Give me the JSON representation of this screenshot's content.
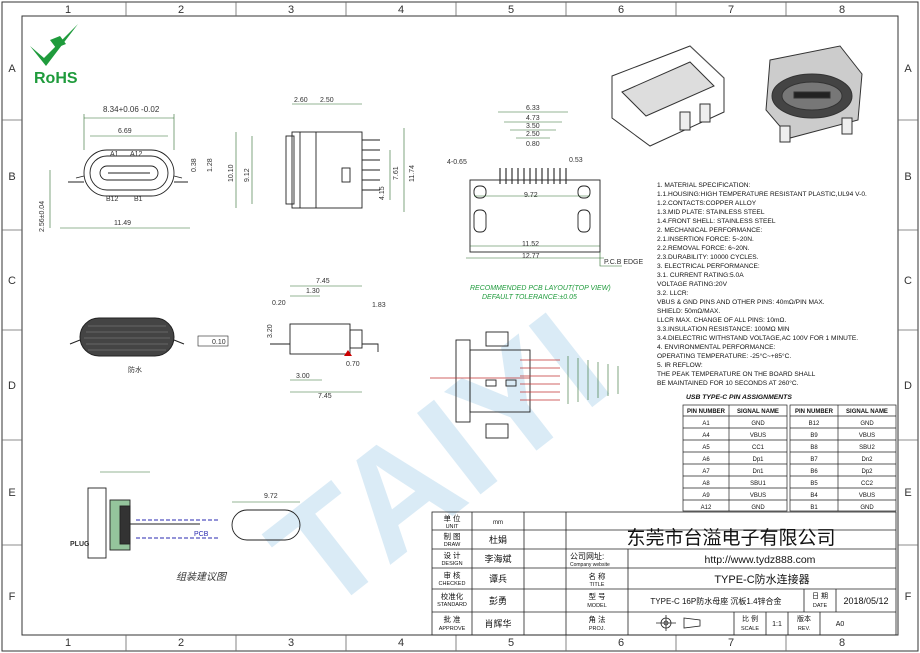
{
  "rohs": "RoHS",
  "watermark": "TAIYI",
  "grid": {
    "cols": [
      "1",
      "2",
      "3",
      "4",
      "5",
      "6",
      "7",
      "8"
    ],
    "rows": [
      "A",
      "B",
      "C",
      "D",
      "E",
      "F"
    ]
  },
  "dims": {
    "front_top": "8.34+0.06\n-0.02",
    "front_w2": "6.69",
    "front_a1": "A1",
    "front_a12": "A12",
    "front_b12": "B12",
    "front_b1": "B1",
    "front_1149": "11.49",
    "front_256": "2.56±0.04",
    "front_038": "0.38",
    "front_128": "1.28",
    "side_260": "2.60",
    "side_250": "2.50",
    "side_1010": "10.10",
    "side_912": "9.12",
    "side_1174": "11.74",
    "side_761": "7.61",
    "side_415": "4.15",
    "pcb_633": "6.33",
    "pcb_473": "4.73",
    "pcb_350": "3.50",
    "pcb_250": "2.50",
    "pcb_080": "0.80",
    "pcb_053": "0.53",
    "pcb_465": "4-0.65",
    "pcb_972": "9.72",
    "pcb_1152": "11.52",
    "pcb_1277": "12.77",
    "pcb_edge": "P.C.B EDGE",
    "pcb_note1": "RECOMMENDED PCB LAYOUT(TOP VIEW)",
    "pcb_note2": "DEFAULT TOLERANCE:±0.05",
    "bot_745": "7.45",
    "bot_130": "1.30",
    "bot_020": "0.20",
    "bot_183": "1.83",
    "bot_320": "3.20",
    "bot_070": "0.70",
    "bot_300": "3.00",
    "bot_745b": "7.45",
    "bot_010": "0.10",
    "rubber": "防水",
    "assy_title": "组装建议图",
    "assy_plug": "PLUG",
    "assy_pcb": "PCB",
    "assy_972": "9.72"
  },
  "spec_lines": [
    "1. MATERIAL SPECIFICATION:",
    "  1.1.HOUSING:HIGH TEMPERATURE RESISTANT PLASTIC,UL94 V-0.",
    "  1.2.CONTACTS:COPPER ALLOY",
    "  1.3.MID PLATE: STAINLESS STEEL",
    "  1.4.FRONT SHELL: STAINLESS STEEL",
    "2. MECHANICAL PERFORMANCE:",
    "  2.1.INSERTION FORCE: 5~20N.",
    "  2.2.REMOVAL FORCE: 6~20N.",
    "  2.3.DURABILITY: 10000 CYCLES.",
    "3. ELECTRICAL PERFORMANCE:",
    "  3.1. CURRENT RATING:5.0A",
    "       VOLTAGE RATING:20V",
    "  3.2. LLCR:",
    "       VBUS & GND PINS AND OTHER PINS: 40mΩ/PIN MAX.",
    "       SHIELD: 50mΩ/MAX.",
    "       LLCR MAX. CHANGE OF ALL PINS: 10mΩ.",
    "  3.3.INSULATION RESISTANCE: 100MΩ  MIN",
    "  3.4.DIELECTRIC WITHSTAND VOLTAGE,AC 100V FOR 1 MINUTE.",
    "4. ENVIRONMENTAL PERFORMANCE:",
    "   OPERATING TEMPERATURE: -25°C~+85°C.",
    "5. IR REFLOW:",
    "   THE PEAK TEMPERATURE ON THE BOARD SHALL",
    "   BE MAINTAINED FOR 10 SECONDS AT 260°C."
  ],
  "pin_table": {
    "title": "USB TYPE-C PIN ASSIGNMENTS",
    "headers": [
      "PIN NUMBER",
      "SIGNAL NAME",
      "PIN NUMBER",
      "SIGNAL NAME"
    ],
    "rows": [
      [
        "A1",
        "GND",
        "B12",
        "GND"
      ],
      [
        "A4",
        "VBUS",
        "B9",
        "VBUS"
      ],
      [
        "A5",
        "CC1",
        "B8",
        "SBU2"
      ],
      [
        "A6",
        "Dp1",
        "B7",
        "Dn2"
      ],
      [
        "A7",
        "Dn1",
        "B6",
        "Dp2"
      ],
      [
        "A8",
        "SBU1",
        "B5",
        "CC2"
      ],
      [
        "A9",
        "VBUS",
        "B4",
        "VBUS"
      ],
      [
        "A12",
        "GND",
        "B1",
        "GND"
      ]
    ]
  },
  "title_block": {
    "unit_label": "单 位",
    "unit_label_en": "UNIT",
    "unit_value": "mm",
    "draw_label": "制 图",
    "draw_label_en": "DRAW",
    "draw_value": "杜娟",
    "design_label": "设 计",
    "design_label_en": "DESIGN",
    "design_value": "李海斌",
    "checked_label": "审 核",
    "checked_label_en": "CHECKED",
    "checked_value": "谭兵",
    "standard_label": "校准化",
    "standard_label_en": "STANDARD",
    "standard_value": "彭勇",
    "approve_label": "批 准",
    "approve_label_en": "APPROVE",
    "approve_value": "肖辉华",
    "company": "东莞市台溢电子有限公司",
    "website_label": "公司网址:",
    "website_label_en": "Company website",
    "website": "http://www.tydz888.com",
    "title_label": "名 称",
    "title_label_en": "TITLE",
    "title_value": "TYPE-C防水连接器",
    "model_label": "型 号",
    "model_label_en": "MODEL",
    "model_value": "TYPE-C 16P防水母座 沉板1.4锌合金",
    "date_label": "日 期",
    "date_label_en": "DATE",
    "date_value": "2018/05/12",
    "proj_label": "角 法",
    "proj_label_en": "PROJ.",
    "scale_label": "比 例",
    "scale_label_en": "SCALE",
    "scale_value": "1:1",
    "rev_label": "版本",
    "rev_label_en": "REV.",
    "rev_value": "A0"
  }
}
